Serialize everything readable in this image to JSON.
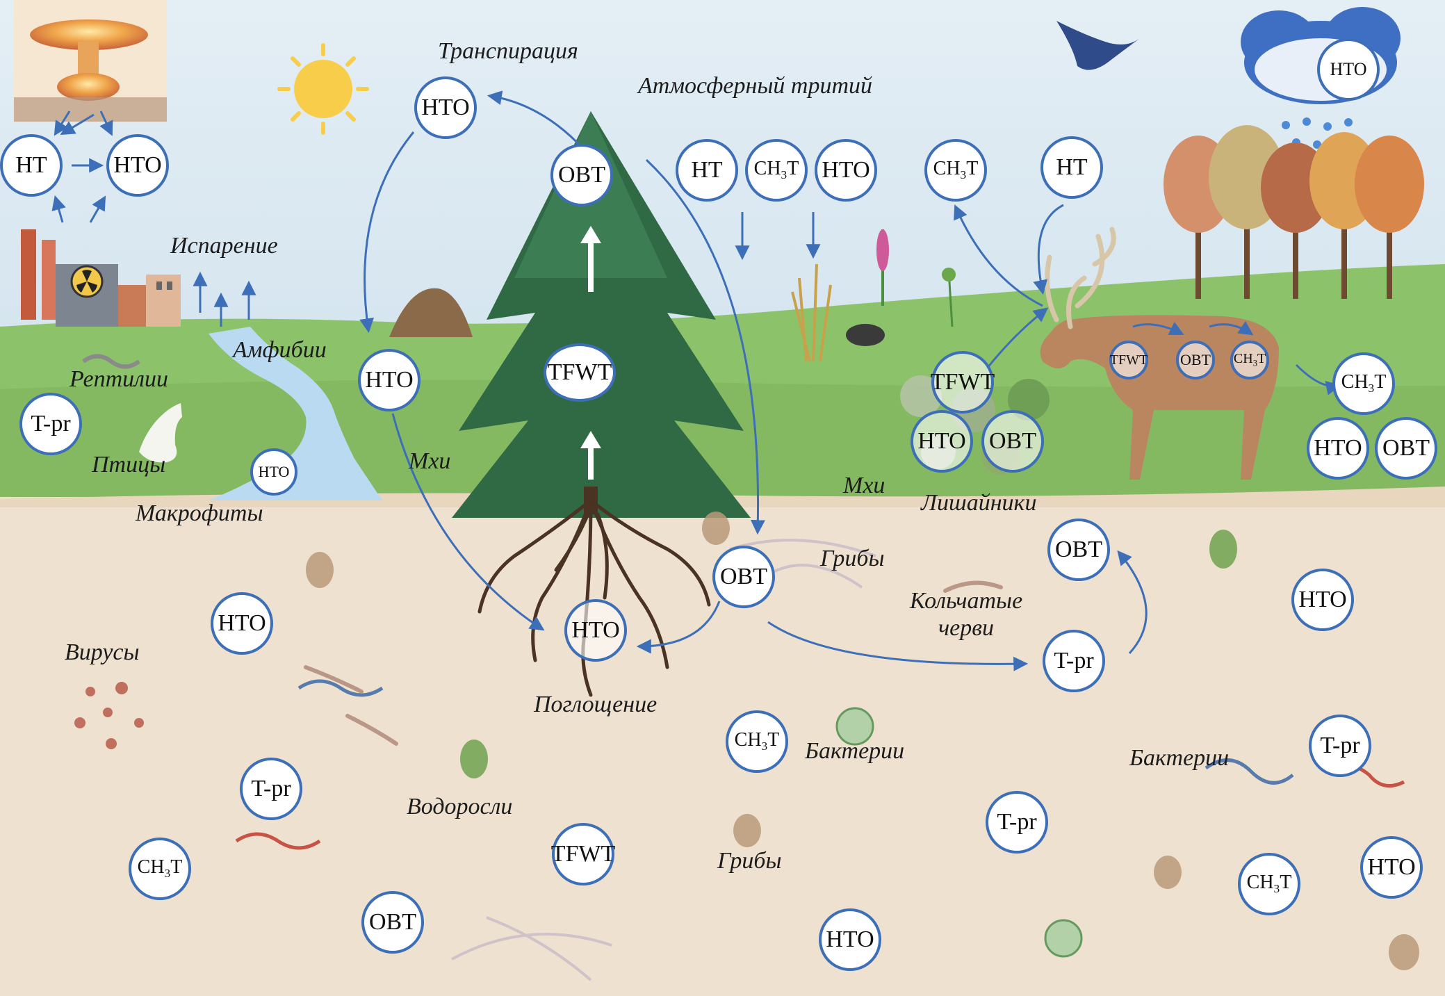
{
  "labels": {
    "transpiration": "Транспирация",
    "atmospheric_tritium": "Атмосферный тритий",
    "evaporation": "Испарение",
    "amphibians": "Амфибии",
    "reptiles": "Рептилии",
    "birds": "Птицы",
    "macrophytes": "Макрофиты",
    "mosses_left": "Мхи",
    "mosses_right": "Мхи",
    "lichens": "Лишайники",
    "fungi_upper": "Грибы",
    "annelids_line1": "Кольчатые",
    "annelids_line2": "черви",
    "viruses": "Вирусы",
    "uptake": "Поглощение",
    "algae": "Водоросли",
    "bacteria_center": "Бактерии",
    "bacteria_right": "Бактерии",
    "fungi_lower": "Грибы"
  },
  "nodes": {
    "cloud_hto": "HTO",
    "nuke_ht": "HT",
    "nuke_hto": "HTO",
    "transp_hto": "HTO",
    "tree_obt": "OBT",
    "tree_tfwt": "TFWT",
    "atm_ht": "HT",
    "atm_ch3t_base": "CH",
    "atm_ch3t_sub": "3",
    "atm_ch3t_tail": "T",
    "atm_hto": "HTO",
    "free_ch3t_base": "CH",
    "free_ch3t_sub": "3",
    "free_ch3t_tail": "T",
    "free_ht": "HT",
    "left_hto": "HTO",
    "tpr_left": "T-pr",
    "river_hto": "HTO",
    "lichen_tfwt": "TFWT",
    "lichen_hto": "HTO",
    "lichen_obt": "OBT",
    "deer_tfwt": "TFWT",
    "deer_obt": "OBT",
    "deer_ch3t_base": "CH",
    "deer_ch3t_sub": "3",
    "deer_ch3t_tail": "T",
    "out_ch3t_base": "CH",
    "out_ch3t_sub": "3",
    "out_ch3t_tail": "T",
    "out_hto": "HTO",
    "out_obt": "OBT",
    "soil_obt_mid": "OBT",
    "root_hto": "HTO",
    "soil_obt_right": "OBT",
    "soil_tpr_mid": "T-pr",
    "soil_hto_right": "HTO",
    "soil_hto_left": "HTO",
    "soil_tpr_left": "T-pr",
    "soil_ch3t_left_base": "CH",
    "soil_ch3t_left_sub": "3",
    "soil_ch3t_left_tail": "T",
    "soil_obt_left": "OBT",
    "soil_tfwt": "TFWT",
    "soil_ch3t_mid_base": "CH",
    "soil_ch3t_mid_sub": "3",
    "soil_ch3t_mid_tail": "T",
    "soil_hto_bottom": "HTO",
    "soil_tpr_center": "T-pr",
    "soil_tpr_right": "T-pr",
    "soil_ch3t_right_base": "CH",
    "soil_ch3t_right_sub": "3",
    "soil_ch3t_right_tail": "T",
    "soil_hto_far": "HTO"
  },
  "colors": {
    "sky": "#dce9f2",
    "grass": "#8cc26a",
    "soil": "#efe1cf",
    "water": "#b9daf0",
    "arrow": "#3d6fb8",
    "node_border": "#3d6fb8",
    "tree": "#2f6a45",
    "root": "#4a3322"
  }
}
